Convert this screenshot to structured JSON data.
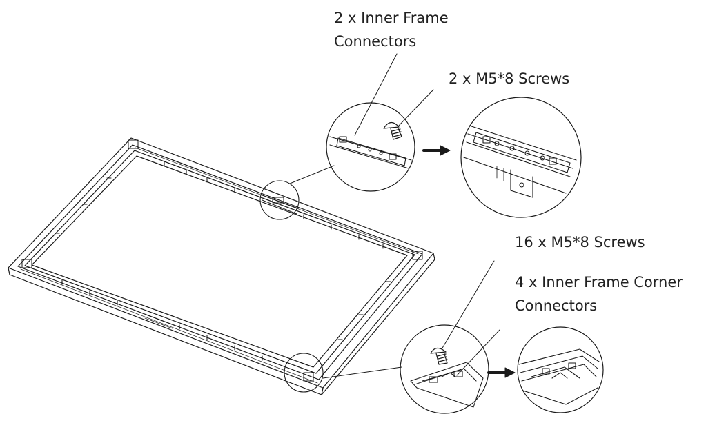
{
  "labels": {
    "inner_frame_connectors": "2 x Inner Frame Connectors",
    "screws_top": "2  x M5*8 Screws",
    "screws_bottom": "16 x M5*8 Screws",
    "corner_connectors": "4 x Inner Frame Corner Connectors"
  },
  "colors": {
    "line": "#1a1a1a",
    "text": "#222222",
    "background": "#ffffff"
  },
  "icons": [
    "arrow-right-icon",
    "screw-icon",
    "frame-connector-icon",
    "corner-connector-icon"
  ]
}
